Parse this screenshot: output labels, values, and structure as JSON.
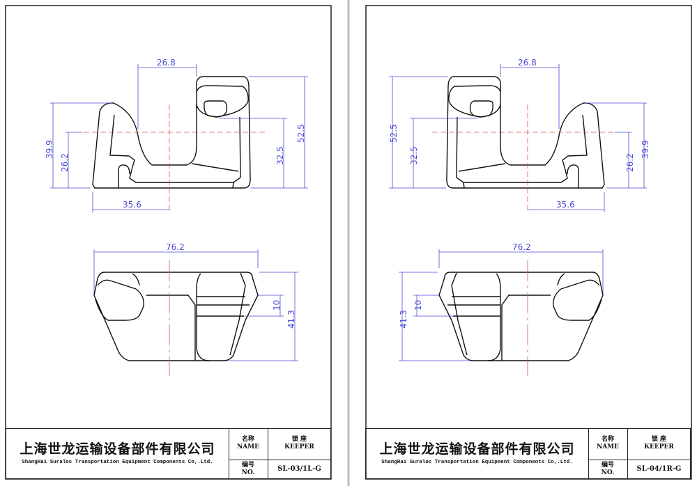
{
  "sheets": [
    {
      "company_cn": "上海世龙运输设备部件有限公司",
      "company_en": "ShangHai Suraloc Transportation Equipment Components Co,.Ltd.",
      "name_label_cn": "名称",
      "name_label_en": "NAME",
      "name_value_cn": "锁 座",
      "name_value_en": "KEEPER",
      "no_label_cn": "编号",
      "no_label_en": "NO.",
      "no_value": "SL-03/1L-G",
      "dims": {
        "top_width": "26.8",
        "total_height": "52.5",
        "hook_height": "32.5",
        "left_height": "39.9",
        "inner_height": "26.2",
        "offset": "35.6",
        "length": "76.2",
        "depth": "41.3",
        "slot": "10"
      }
    },
    {
      "company_cn": "上海世龙运输设备部件有限公司",
      "company_en": "ShangHai Suraloc Transportation Equipment Components Co,.Ltd.",
      "name_label_cn": "名称",
      "name_label_en": "NAME",
      "name_value_cn": "锁 座",
      "name_value_en": "KEEPER",
      "no_label_cn": "编号",
      "no_label_en": "NO.",
      "no_value": "SL-04/1R-G",
      "dims": {
        "top_width": "26.8",
        "total_height": "52.5",
        "hook_height": "32.5",
        "left_height": "39.9",
        "inner_height": "26.2",
        "offset": "35.6",
        "length": "76.2",
        "depth": "41.3",
        "slot": "10"
      }
    }
  ]
}
